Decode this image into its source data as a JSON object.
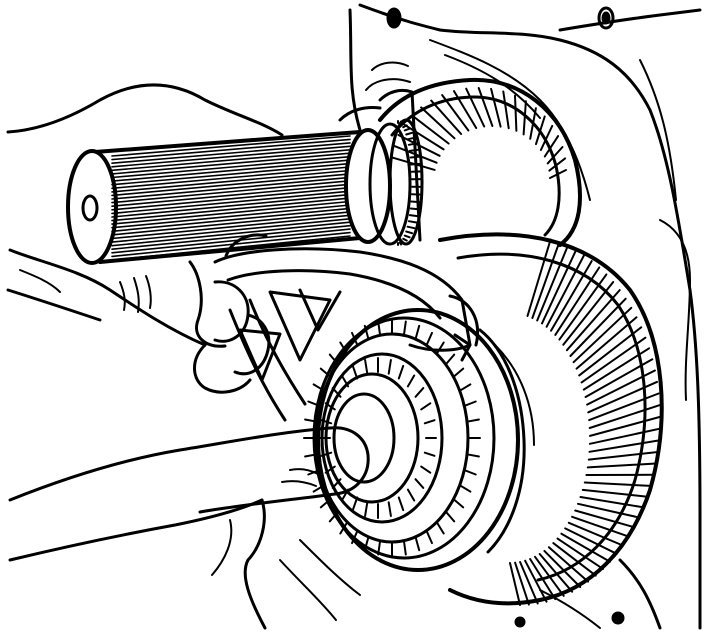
{
  "illustration": {
    "kind": "technical line drawing",
    "colors": {
      "ink": "#000000",
      "paper": "#ffffff"
    },
    "parts": [
      "transmission-case",
      "output-shaft",
      "helical-drive-gear",
      "large-helical-gear",
      "synchronizer-hub-assembly",
      "shift-fork",
      "upper-hand",
      "lower-hand"
    ]
  }
}
